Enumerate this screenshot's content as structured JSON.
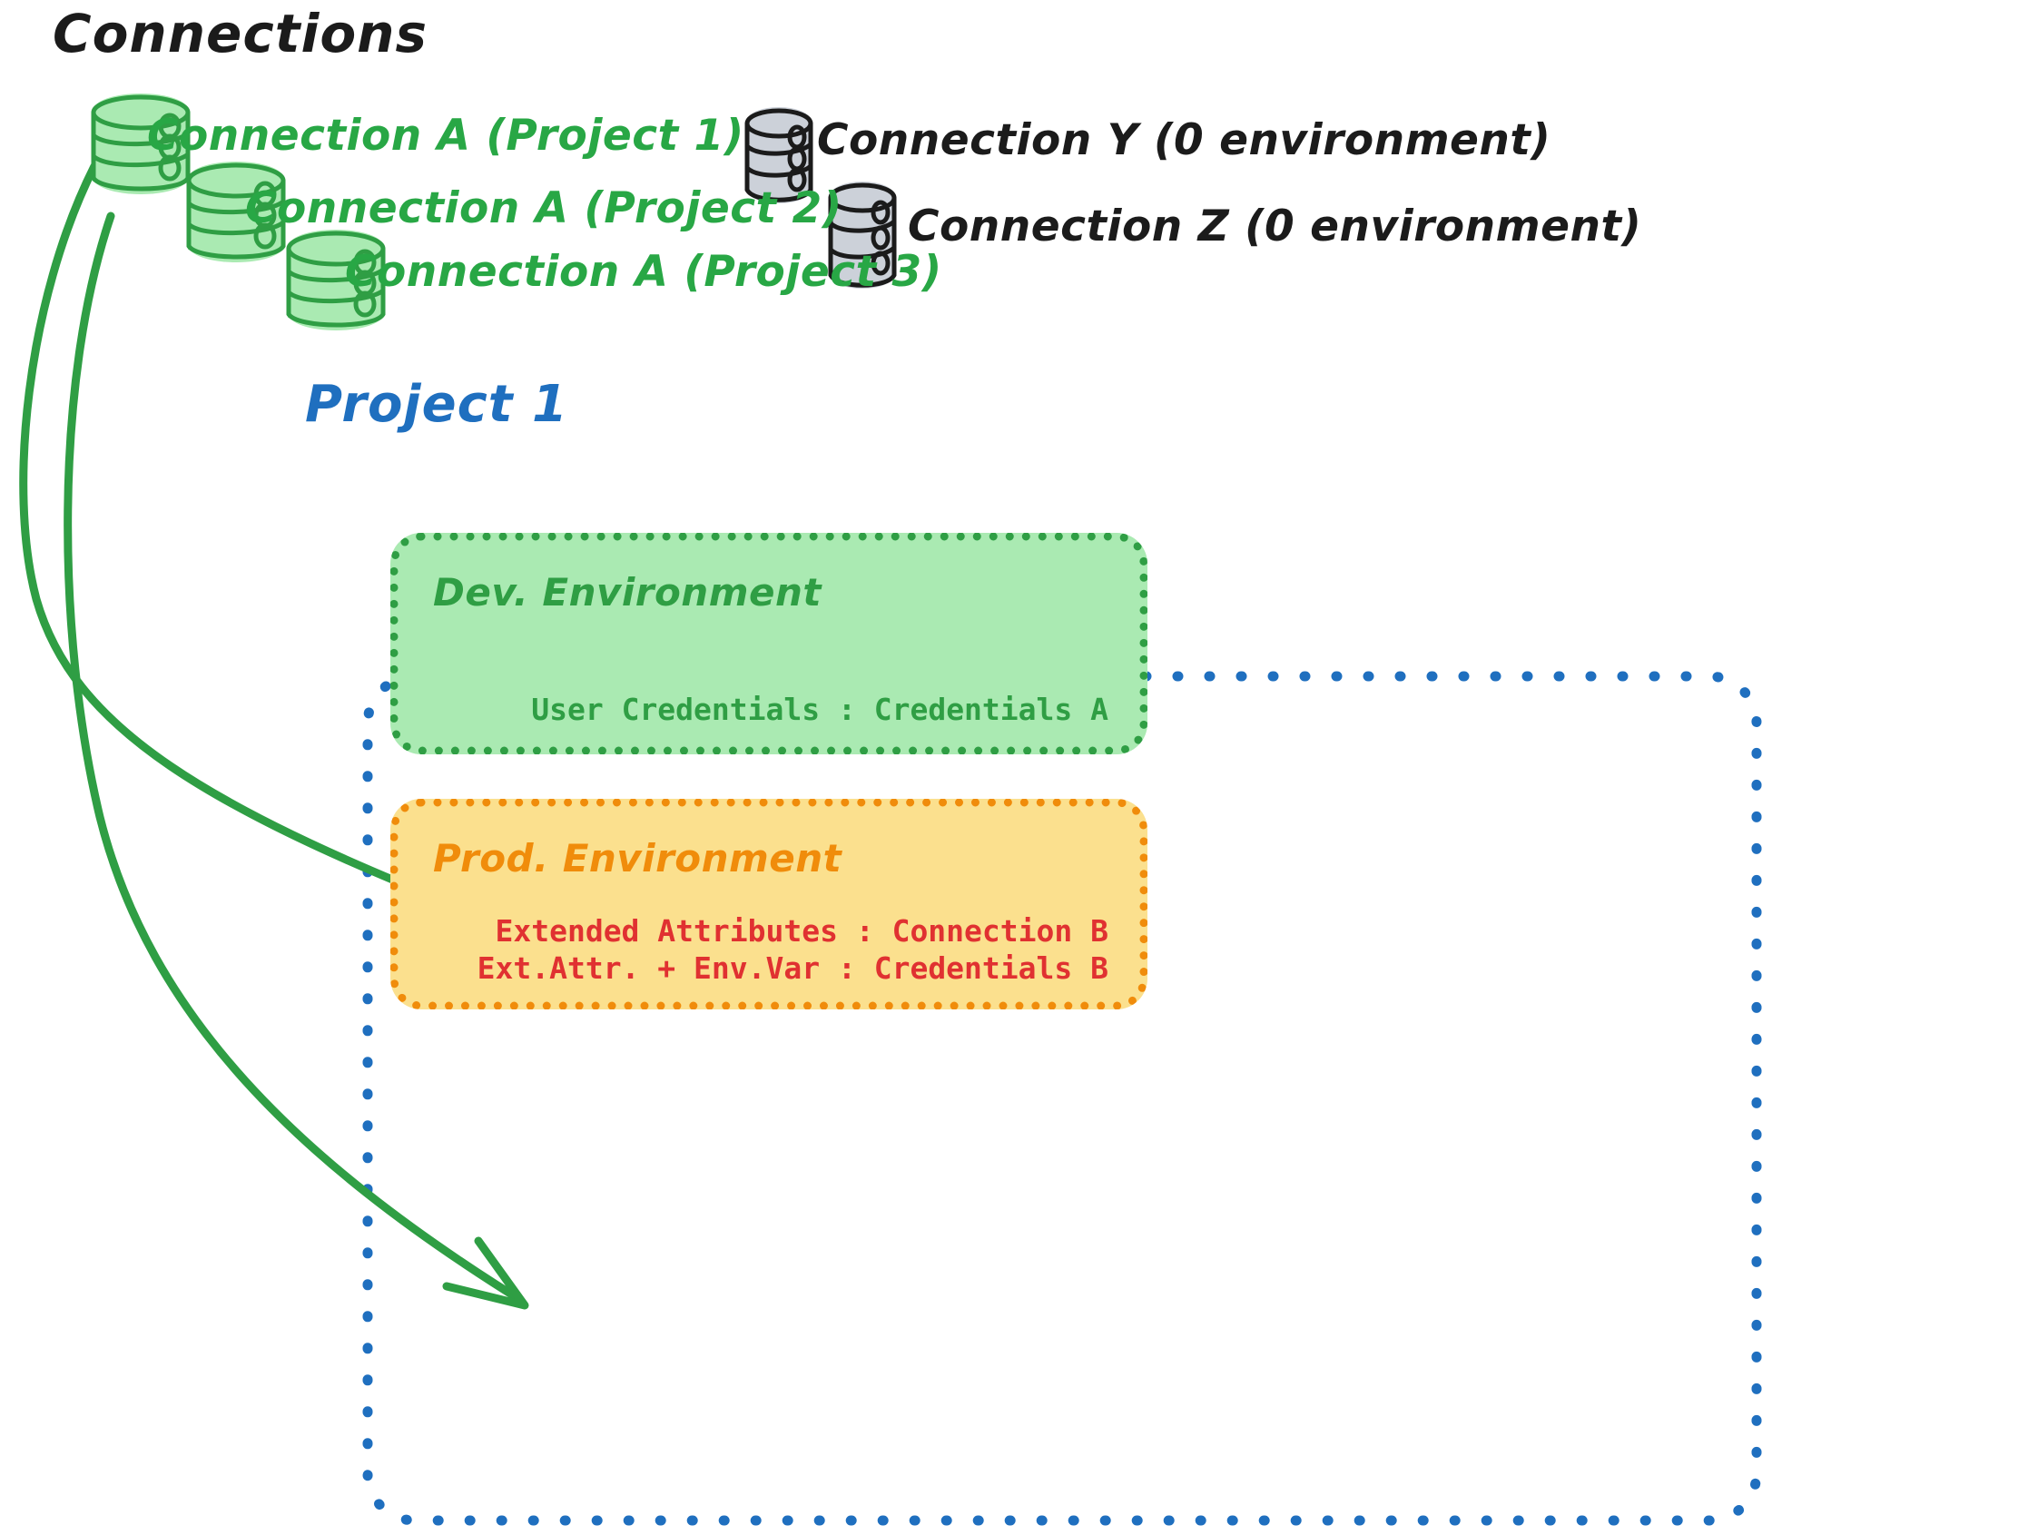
{
  "diagram": {
    "title": "Connections",
    "title_color": "#1b1b1b",
    "background": "#ffffff"
  },
  "connections": [
    {
      "label": "Connection A (Project 1)",
      "icon": "database-icon",
      "color": "#2f9e44",
      "fill": "#aaeab2",
      "group": "project-1"
    },
    {
      "label": "Connection A (Project 2)",
      "icon": "database-icon",
      "color": "#2f9e44",
      "fill": "#aaeab2",
      "group": "project-2"
    },
    {
      "label": "Connection A (Project 3)",
      "icon": "database-icon",
      "color": "#2f9e44",
      "fill": "#aaeab2",
      "group": "project-3"
    },
    {
      "label": "Connection Y (0 environment)",
      "icon": "database-icon",
      "color": "#1b1b1b",
      "fill": "#ccd1d9",
      "group": "unassigned"
    },
    {
      "label": "Connection Z (0 environment)",
      "icon": "database-icon",
      "color": "#1b1b1b",
      "fill": "#ccd1d9",
      "group": "unassigned"
    }
  ],
  "project": {
    "title": "Project 1",
    "title_color": "#1f6fbf",
    "border_color": "#1f6fbf",
    "border_style": "dotted"
  },
  "environments": [
    {
      "name": "Dev. Environment",
      "accent": "#2f9e44",
      "fill": "#aaeab2",
      "rows": [
        "User Credentials : Credentials A"
      ],
      "row_color": "#2f9e44"
    },
    {
      "name": "Prod. Environment",
      "accent": "#f08c0b",
      "fill": "#fbe08e",
      "rows": [
        "Extended Attributes : Connection B",
        "Ext.Attr. + Env.Var : Credentials B"
      ],
      "row_color": "#e03131"
    }
  ],
  "arrows": [
    {
      "from": "connection-a-project-1",
      "to": "dev-environment",
      "color": "#2f9e44",
      "style": "curved-arrow"
    },
    {
      "from": "connection-a-project-1",
      "to": "prod-environment",
      "color": "#2f9e44",
      "style": "curved-arrow"
    }
  ]
}
